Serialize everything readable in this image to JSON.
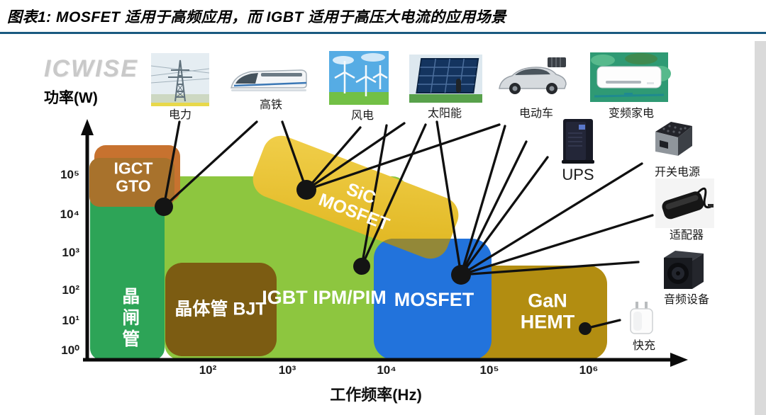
{
  "title": "图表1: MOSFET 适用于高频应用，而 IGBT 适用于高压大电流的应用场景",
  "watermark": "ICWISE",
  "chart_data": {
    "type": "area",
    "xlabel": "工作频率(Hz)",
    "ylabel": "功率(W)",
    "x_ticks": [
      "10²",
      "10³",
      "10⁴",
      "10⁵",
      "10⁶"
    ],
    "y_ticks": [
      "10⁰",
      "10¹",
      "10²",
      "10³",
      "10⁴",
      "10⁵"
    ],
    "x_scale": "log",
    "y_scale": "log",
    "grid": false,
    "regions": [
      {
        "id": "igct-gto",
        "label": "IGCT GTO",
        "color": "#a8722c",
        "color2": "#c7722f",
        "freq_range_hz": [
          "~10¹",
          "~10²"
        ],
        "power_range_w": [
          "~2×10⁴",
          "~5×10⁵"
        ]
      },
      {
        "id": "thyristor",
        "label": "晶闸管",
        "color": "#2da457",
        "freq_range_hz": [
          "<10²",
          "~10²"
        ],
        "power_range_w": [
          "10⁰",
          "~10⁵"
        ]
      },
      {
        "id": "bjt",
        "label": "晶体管 BJT",
        "color": "#7c5c12",
        "freq_range_hz": [
          "~10²",
          "~10³"
        ],
        "power_range_w": [
          "10⁰",
          "~5×10²"
        ]
      },
      {
        "id": "sic-mosfet",
        "label": "SiC MOSFET",
        "color": "#e7c32a",
        "freq_range_hz": [
          "~10³",
          "~3×10⁴"
        ],
        "power_range_w": [
          "~3×10³",
          "~10⁵"
        ],
        "shape": "diagonal band, power decreasing with frequency"
      },
      {
        "id": "igbt",
        "label": "IGBT IPM/PIM",
        "color": "#8dc63f",
        "freq_range_hz": [
          "~10²",
          "~2×10⁴"
        ],
        "power_range_w": [
          "10⁰",
          "~10⁵"
        ]
      },
      {
        "id": "mosfet",
        "label": "MOSFET",
        "color": "#2273dc",
        "freq_range_hz": [
          "~10⁴",
          "~10⁵"
        ],
        "power_range_w": [
          "10⁰",
          "~2×10³"
        ]
      },
      {
        "id": "gan-hemt",
        "label": "GaN HEMT",
        "color": "#b28d11",
        "freq_range_hz": [
          "~10⁵",
          "~10⁶"
        ],
        "power_range_w": [
          "10⁰",
          "~5×10²"
        ]
      }
    ],
    "applications": [
      {
        "label": "电力",
        "linked_regions": [
          "晶闸管 / IGCT GTO"
        ]
      },
      {
        "label": "高铁",
        "linked_regions": [
          "晶闸管 / IGCT GTO",
          "SiC MOSFET"
        ]
      },
      {
        "label": "风电",
        "linked_regions": [
          "SiC MOSFET",
          "IGBT IPM/PIM"
        ]
      },
      {
        "label": "太阳能",
        "linked_regions": [
          "SiC MOSFET",
          "IGBT IPM/PIM",
          "MOSFET"
        ]
      },
      {
        "label": "电动车",
        "linked_regions": [
          "SiC MOSFET",
          "MOSFET"
        ]
      },
      {
        "label": "变频家电",
        "linked_regions": []
      },
      {
        "label": "UPS",
        "linked_regions": [
          "MOSFET"
        ]
      },
      {
        "label": "开关电源",
        "linked_regions": [
          "MOSFET"
        ]
      },
      {
        "label": "适配器",
        "linked_regions": [
          "MOSFET"
        ]
      },
      {
        "label": "音频设备",
        "linked_regions": [
          "MOSFET"
        ]
      },
      {
        "label": "快充",
        "linked_regions": [
          "GaN HEMT"
        ]
      }
    ]
  }
}
